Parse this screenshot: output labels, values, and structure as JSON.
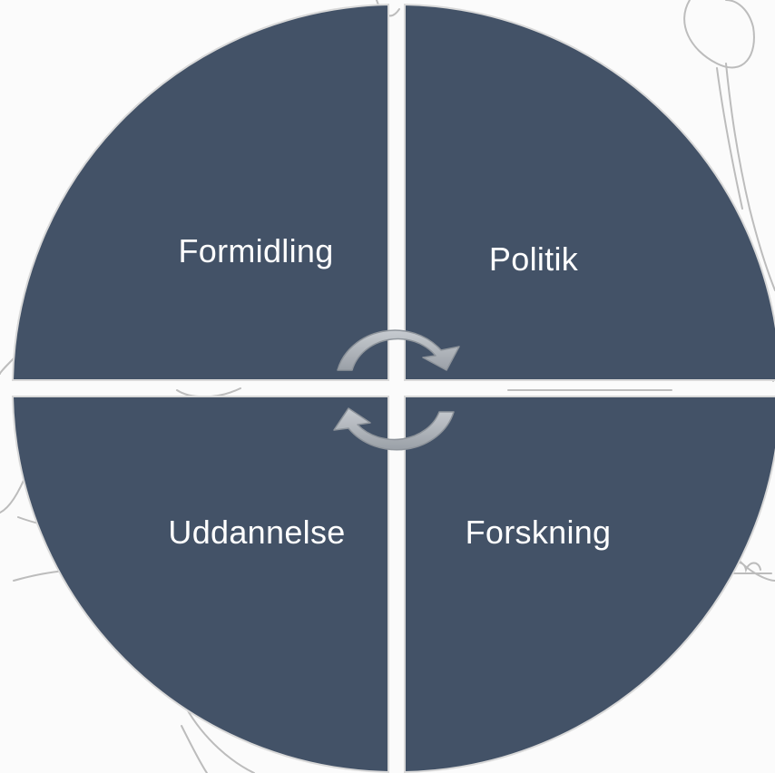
{
  "diagram": {
    "quadrants": [
      {
        "id": "top-left",
        "label": "Formidling"
      },
      {
        "id": "top-right",
        "label": "Politik"
      },
      {
        "id": "bottom-left",
        "label": "Uddannelse"
      },
      {
        "id": "bottom-right",
        "label": "Forskning"
      }
    ],
    "colors": {
      "quadrant_fill": "#435267",
      "quadrant_stroke": "#d9d9d9",
      "arrow_fill": "#a8adb3",
      "sketch_stroke": "#8a8a8a"
    },
    "center_icon": "cycle-arrows-icon"
  }
}
